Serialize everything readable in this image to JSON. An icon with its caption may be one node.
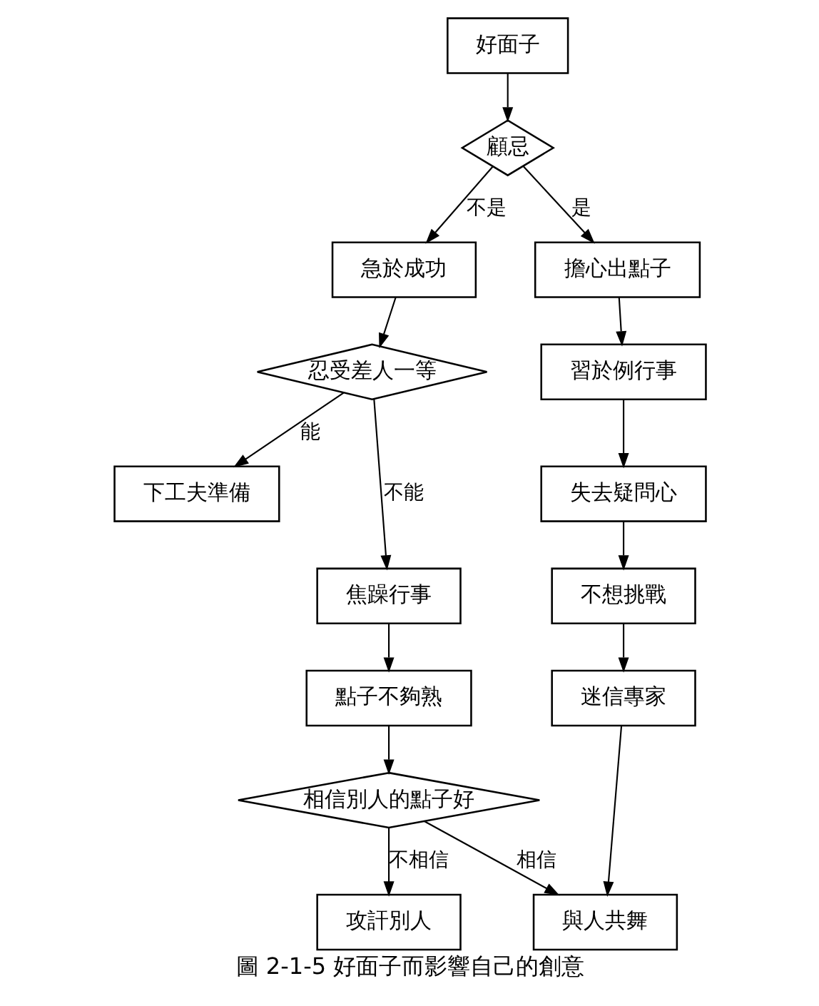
{
  "diagram": {
    "caption": "圖 2-1-5 好面子而影響自己的創意",
    "nodes": [
      {
        "text": [
          "好面子"
        ]
      },
      {
        "text": [
          "顧忌"
        ]
      },
      {
        "text": [
          "急於成功"
        ]
      },
      {
        "text": [
          "擔心出點子"
        ]
      },
      {
        "text": [
          "忍受差人一等"
        ]
      },
      {
        "text": [
          "習於例行事"
        ]
      },
      {
        "text": [
          "下工夫準備"
        ]
      },
      {
        "text": [
          "失去疑問心"
        ]
      },
      {
        "text": [
          "焦躁行事"
        ]
      },
      {
        "text": [
          "不想挑戰"
        ]
      },
      {
        "text": [
          "點子不夠熟"
        ]
      },
      {
        "text": [
          "迷信專家"
        ]
      },
      {
        "text": [
          "相信別人的點子好"
        ]
      },
      {
        "text": [
          "攻訐別人"
        ]
      },
      {
        "text": [
          "與人共舞"
        ]
      }
    ],
    "edges": [
      {
        "from": 0,
        "to": 1,
        "arrow": "to"
      },
      {
        "from": 1,
        "to": 2,
        "arrow": "to",
        "label": "不是"
      },
      {
        "from": 1,
        "to": 3,
        "arrow": "to",
        "label": "是"
      },
      {
        "from": 2,
        "to": 4,
        "arrow": "to"
      },
      {
        "from": 3,
        "to": 5,
        "arrow": "to"
      },
      {
        "from": 4,
        "to": 6,
        "arrow": "to",
        "label": "能"
      },
      {
        "from": 4,
        "to": 8,
        "arrow": "to",
        "label": "不能"
      },
      {
        "from": 5,
        "to": 7,
        "arrow": "to"
      },
      {
        "from": 7,
        "to": 9,
        "arrow": "to"
      },
      {
        "from": 8,
        "to": 10,
        "arrow": "to"
      },
      {
        "from": 9,
        "to": 11,
        "arrow": "to"
      },
      {
        "from": 10,
        "to": 12,
        "arrow": "to"
      },
      {
        "from": 12,
        "to": 13,
        "arrow": "to",
        "label": "不相信"
      },
      {
        "from": 12,
        "to": 14,
        "arrow": "to",
        "label": "相信"
      },
      {
        "from": 11,
        "to": 14,
        "arrow": "to"
      }
    ]
  }
}
